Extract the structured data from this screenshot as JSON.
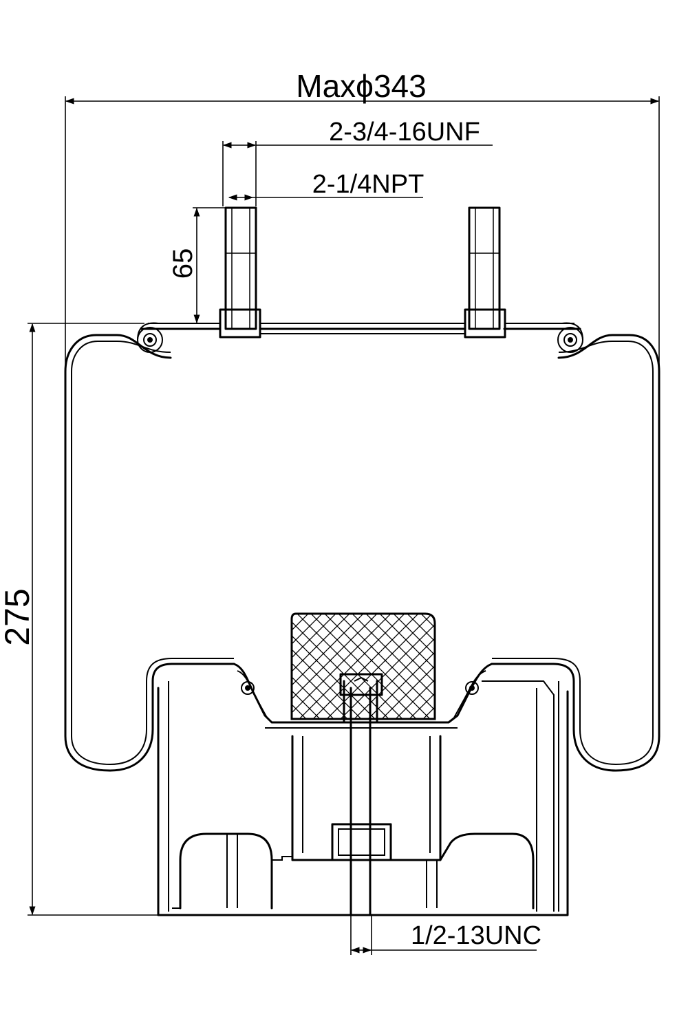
{
  "dimensions": {
    "max_diameter": "Maxϕ343",
    "upper_stud_thread": "2-3/4-16UNF",
    "air_fitting": "2-1/4NPT",
    "stud_length": "65",
    "overall_height": "275",
    "lower_thread": "1/2-13UNC"
  },
  "colors": {
    "line": "#000000",
    "background": "#ffffff"
  }
}
